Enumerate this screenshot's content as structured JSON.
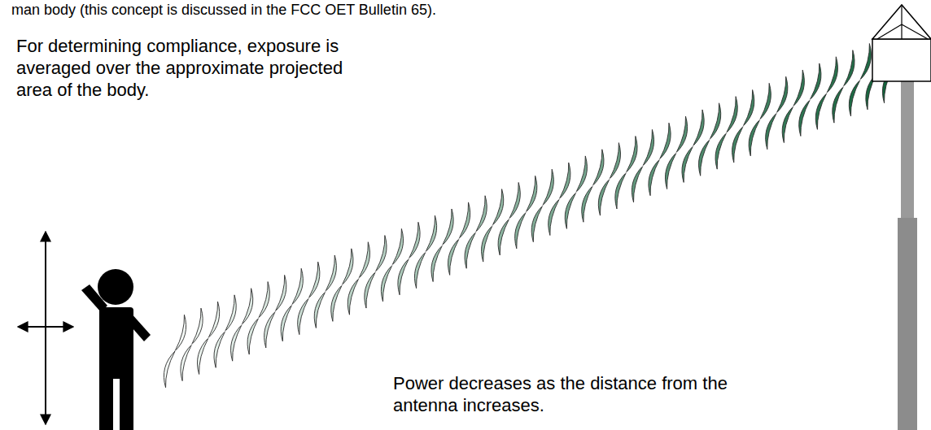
{
  "diagram": {
    "labels": [
      "man body (this concept is discussed in the FCC OET Bulletin 65).",
      "For determining compliance, exposure is averaged over the approximate projected area of the body.",
      "Power decreases as the distance from the antenna increases."
    ]
  }
}
